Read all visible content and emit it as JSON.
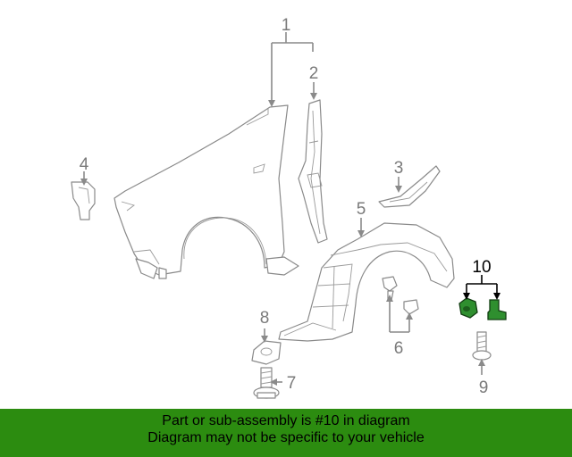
{
  "colors": {
    "banner_background": "#2c8c10",
    "highlight_part": "#2f8f2f",
    "line_art": "#8a8a8a"
  },
  "callouts": {
    "c1": "1",
    "c2": "2",
    "c3": "3",
    "c4": "4",
    "c5": "5",
    "c6": "6",
    "c7": "7",
    "c8": "8",
    "c9": "9",
    "c10": "10"
  },
  "banner": {
    "line1": "Part or sub-assembly is #10 in diagram",
    "line2": "Diagram may not be specific to your vehicle"
  }
}
